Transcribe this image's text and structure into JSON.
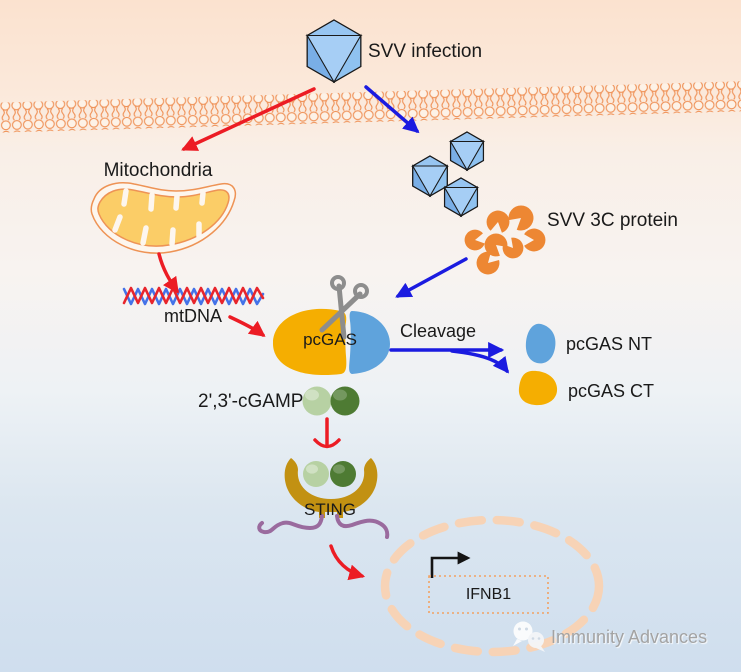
{
  "pathway": {
    "virus": {
      "label": "SVV infection"
    },
    "mitochondria": {
      "label": "Mitochondria"
    },
    "mtdna": {
      "label": "mtDNA"
    },
    "enzyme": {
      "label": "pcGAS"
    },
    "cleavage": {
      "label": "Cleavage"
    },
    "protease": {
      "label": "SVV 3C protein"
    },
    "fragments": {
      "nt": "pcGAS NT",
      "ct": "pcGAS CT"
    },
    "messenger": {
      "label": "2',3'-cGAMP"
    },
    "sting": {
      "label": "STING"
    },
    "gene": {
      "label": "IFNB1"
    }
  },
  "watermark": {
    "label": "Immunity Advances"
  },
  "icons": [
    "virus-capsid-icon",
    "lipid-bilayer-icon",
    "mitochondria-icon",
    "dna-helix-icon",
    "scissors-icon",
    "pacman-protease-icon",
    "cgamp-dinucleotide-icon",
    "sting-receptor-icon",
    "nucleus-dashed-icon",
    "transcription-start-arrow-icon",
    "wechat-icon"
  ],
  "colors": {
    "bg-top": "#fbe2cf",
    "bg-bottom": "#cfdeee",
    "membrane": "#ef9258",
    "arrow-red": "#ec1c24",
    "arrow-blue": "#1b1be0",
    "virus-top": "#97c5f1",
    "virus-light": "#a6cef5",
    "virus-mid": "#8fc2f0",
    "virus-dark": "#79aee6",
    "outline": "#1a1a1a",
    "mito-fill": "#fbcd67",
    "mito-line": "#ee9355",
    "mito-bg": "#fdf6ee",
    "dna-red": "#e8252c",
    "dna-blue": "#4472e8",
    "enzyme-yellow": "#f5ae01",
    "enzyme-blue": "#5fa3dc",
    "scissors": "#8d8d8d",
    "protease": "#ed8733",
    "cgamp-light": "#b7d1a3",
    "cgamp-dark": "#4e7b33",
    "sting-gold": "#c29112",
    "tm-purple": "#9a6b9e",
    "nucleus-dash": "#f7d3b6",
    "gene-border": "#f2a263",
    "ink": "#141414",
    "watermark-gray": "#a3a3a3"
  }
}
